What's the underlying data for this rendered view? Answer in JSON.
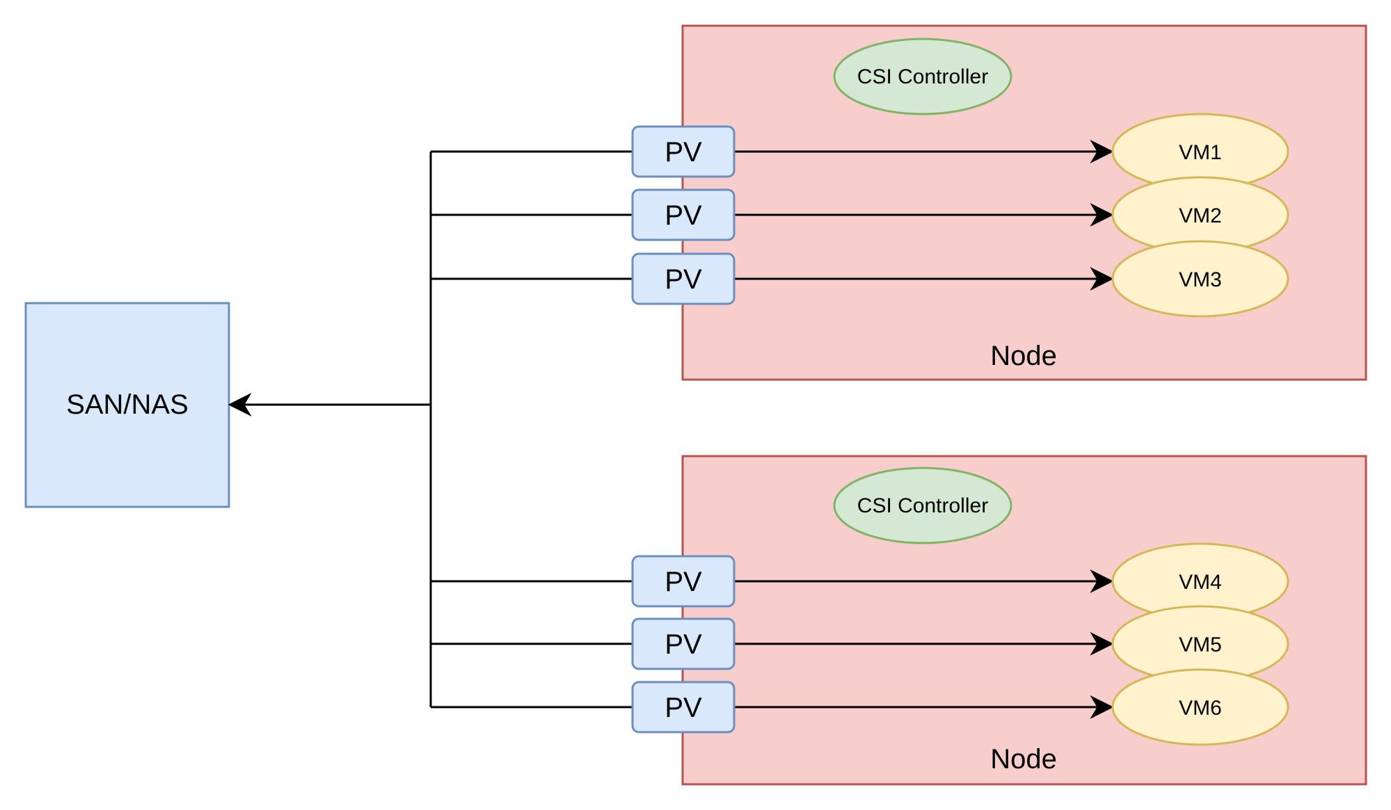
{
  "diagram": {
    "storage": {
      "label": "SAN/NAS"
    },
    "nodes": [
      {
        "label": "Node",
        "controller": "CSI Controller",
        "volumes": [
          {
            "pv": "PV",
            "vm": "VM1"
          },
          {
            "pv": "PV",
            "vm": "VM2"
          },
          {
            "pv": "PV",
            "vm": "VM3"
          }
        ]
      },
      {
        "label": "Node",
        "controller": "CSI Controller",
        "volumes": [
          {
            "pv": "PV",
            "vm": "VM4"
          },
          {
            "pv": "PV",
            "vm": "VM5"
          },
          {
            "pv": "PV",
            "vm": "VM6"
          }
        ]
      }
    ],
    "colors": {
      "storage_fill": "#dae8fc",
      "storage_stroke": "#6c8ebf",
      "node_fill": "#f8cecc",
      "node_stroke": "#b85450",
      "controller_fill": "#d5e8d4",
      "controller_stroke": "#82b366",
      "vm_fill": "#fff2cc",
      "vm_stroke": "#d6b656",
      "edge": "#000000"
    }
  }
}
